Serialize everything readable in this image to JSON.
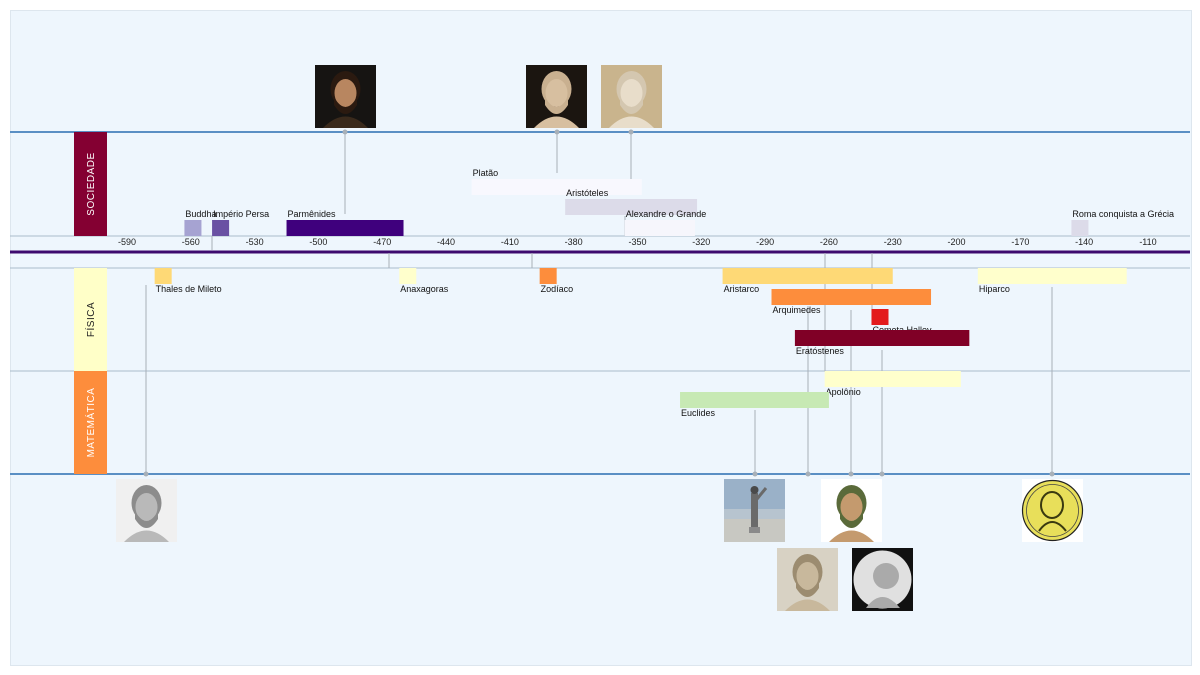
{
  "colors": {
    "background": "#eef6fd",
    "axis_line": "#3d0a6e",
    "outer_line": "#5a8fc4",
    "divider": "#a9bccb",
    "connector": "#a8b0b8"
  },
  "bands": [
    {
      "id": "sociedade",
      "label": "SOCIEDADE",
      "color": "#840032",
      "text_color": "#ffffff"
    },
    {
      "id": "fisica",
      "label": "FÍSICA",
      "color": "#ffffc8",
      "text_color": "#222222"
    },
    {
      "id": "matematica",
      "label": "MATEMÁTICA",
      "color": "#fd8d3c",
      "text_color": "#ffffff"
    }
  ],
  "axis": {
    "ticks": [
      "-590",
      "-560",
      "-530",
      "-500",
      "-470",
      "-440",
      "-410",
      "-380",
      "-350",
      "-320",
      "-290",
      "-260",
      "-230",
      "-200",
      "-170",
      "-140",
      "-110"
    ]
  },
  "events": [
    {
      "label": "Buddha",
      "band": "sociedade",
      "start": -563,
      "end": -555,
      "color": "#a6a3d2"
    },
    {
      "label": "Império Persa",
      "band": "sociedade",
      "start": -550,
      "end": -542,
      "color": "#6a51a3"
    },
    {
      "label": "Parmênides",
      "band": "sociedade",
      "start": -515,
      "end": -460,
      "color": "#3f007d"
    },
    {
      "label": "Platão",
      "band": "sociedade",
      "start": -428,
      "end": -348,
      "color": "#f8f8fe"
    },
    {
      "label": "Aristóteles",
      "band": "sociedade",
      "start": -384,
      "end": -322,
      "color": "#dcdbe9"
    },
    {
      "label": "Alexandre o Grande",
      "band": "sociedade",
      "start": -356,
      "end": -323,
      "color": "#f6f6fc"
    },
    {
      "label": "Roma conquista a Grécia",
      "band": "sociedade",
      "start": -146,
      "end": -138,
      "color": "#dcdbe9"
    },
    {
      "label": "Thales de Mileto",
      "band": "fisica",
      "start": -577,
      "end": -569,
      "color": "#fed976"
    },
    {
      "label": "Anaxagoras",
      "band": "fisica",
      "start": -462,
      "end": -454,
      "color": "#ffffcc"
    },
    {
      "label": "Zodíaco",
      "band": "fisica",
      "start": -396,
      "end": -388,
      "color": "#fd8d3c"
    },
    {
      "label": "Aristarco",
      "band": "fisica",
      "start": -310,
      "end": -230,
      "color": "#fed976"
    },
    {
      "label": "Arquimedes",
      "band": "fisica",
      "start": -287,
      "end": -212,
      "color": "#fd8d3c"
    },
    {
      "label": "Cometa Halley",
      "band": "fisica",
      "start": -240,
      "end": -232,
      "color": "#e31a1c"
    },
    {
      "label": "Eratóstenes",
      "band": "fisica",
      "start": -276,
      "end": -194,
      "color": "#800026"
    },
    {
      "label": "Hiparco",
      "band": "fisica",
      "start": -190,
      "end": -120,
      "color": "#ffffcc"
    },
    {
      "label": "Apolônio",
      "band": "matematica",
      "start": -262,
      "end": -198,
      "color": "#ffffcc"
    },
    {
      "label": "Euclides",
      "band": "matematica",
      "start": -330,
      "end": -260,
      "color": "#c7e9b4"
    }
  ],
  "portraits": [
    {
      "name": "parmenides-portrait",
      "bg": "#161412",
      "face": "#b88660",
      "hair": "#2b1a10",
      "style": "dark"
    },
    {
      "name": "platao-portrait",
      "bg": "#1b1510",
      "face": "#d7bfa0",
      "hair": "#c9b090",
      "style": "bust"
    },
    {
      "name": "aristoteles-portrait",
      "bg": "#c9b48d",
      "face": "#e8ddca",
      "hair": "#d4c7b0",
      "style": "bust"
    },
    {
      "name": "thales-portrait",
      "bg": "#f0f0f0",
      "face": "#b9b9b9",
      "hair": "#8c8c8c",
      "style": "gray"
    },
    {
      "name": "euclides-statue",
      "bg": "#9ab1c8",
      "face": "#6a6a6a",
      "hair": "#4a4a4a",
      "style": "statue"
    },
    {
      "name": "arquimedes-portrait",
      "bg": "#ffffff",
      "face": "#c49a6e",
      "hair": "#5a6a3a",
      "style": "painting"
    },
    {
      "name": "hiparco-medal",
      "bg": "#ffffff",
      "face": "#e8df5a",
      "hair": "#3a3a10",
      "style": "medal"
    },
    {
      "name": "eratostenes-bust",
      "bg": "#d8d2c4",
      "face": "#c8b89c",
      "hair": "#9c8c70",
      "style": "bust"
    },
    {
      "name": "apolonio-engraving",
      "bg": "#111111",
      "face": "#e0e0e0",
      "hair": "#aaaaaa",
      "style": "engraving"
    }
  ]
}
